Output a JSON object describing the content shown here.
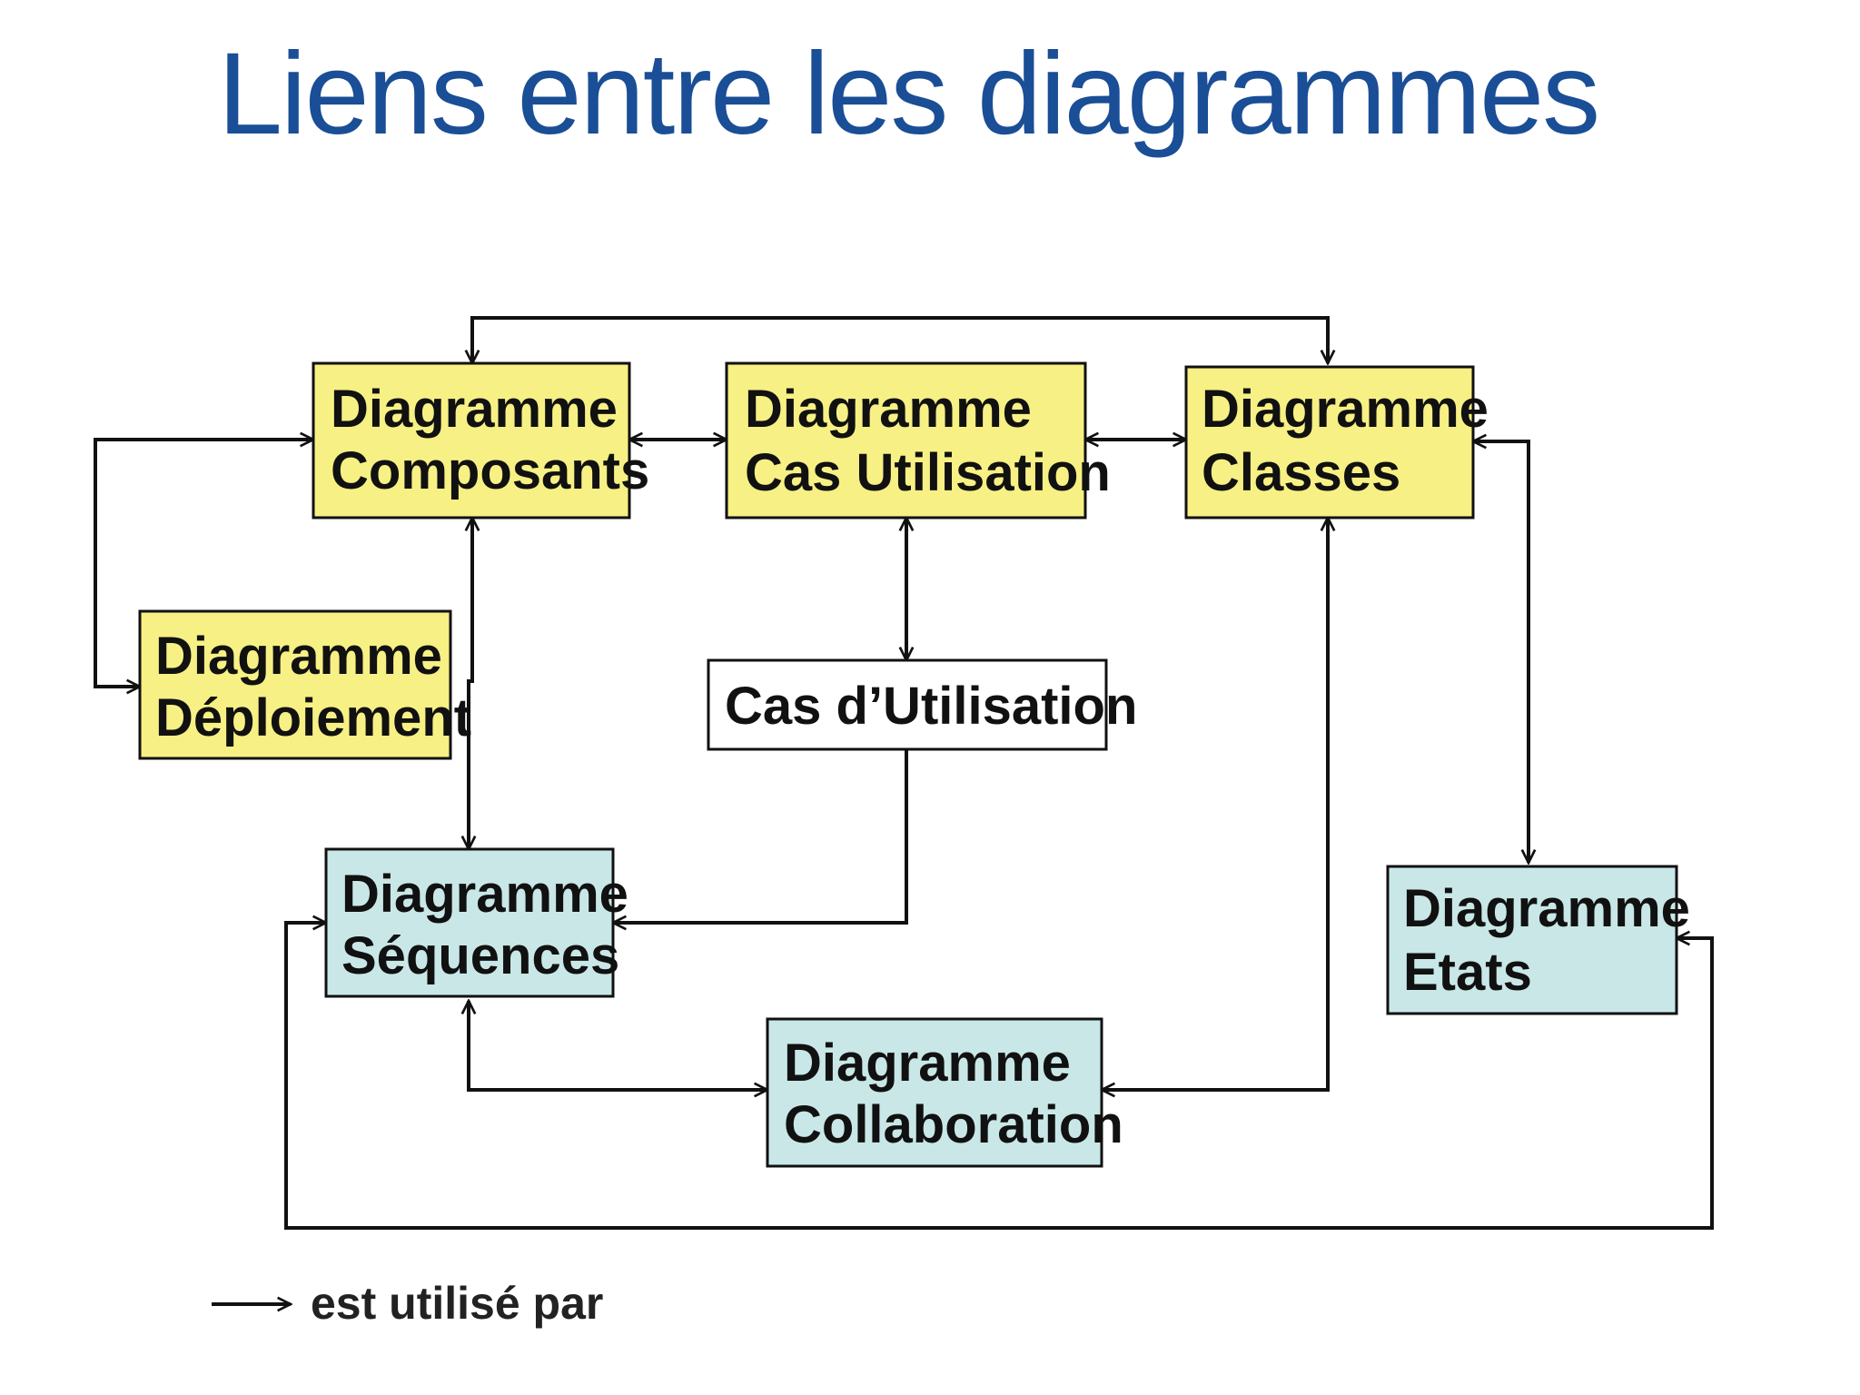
{
  "title": "Liens entre les diagrammes",
  "colors": {
    "title": "#1a4e96",
    "yellow_box": "#f7f084",
    "blue_box": "#c9e7e7",
    "white_box": "#ffffff",
    "line": "#111111"
  },
  "boxes": {
    "composants": {
      "line1": "Diagramme",
      "line2": "Composants"
    },
    "cas_utilisation_diag": {
      "line1": "Diagramme",
      "line2": "Cas Utilisation"
    },
    "classes": {
      "line1": "Diagramme",
      "line2": "Classes"
    },
    "deploiement": {
      "line1": "Diagramme",
      "line2": "Déploiement"
    },
    "cas_utilisation": {
      "line1": "Cas d’Utilisation"
    },
    "sequences": {
      "line1": "Diagramme",
      "line2": "Séquences"
    },
    "etats": {
      "line1": "Diagramme",
      "line2": "Etats"
    },
    "collaboration": {
      "line1": "Diagramme",
      "line2": "Collaboration"
    }
  },
  "legend": {
    "label": "est utilisé par"
  }
}
